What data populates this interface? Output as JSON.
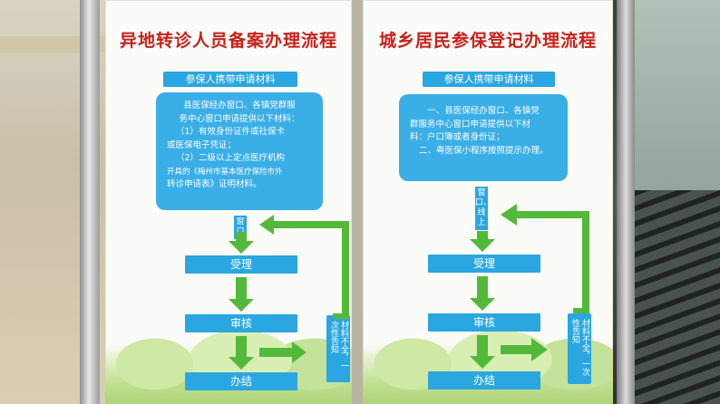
{
  "left": {
    "title": "异地转诊人员备案办理流程",
    "subtitle": "参保人携带申请材料",
    "panel_lines": [
      "县医保经办窗口、各镇党群服",
      "务中心窗口申请提供以下材料：",
      "（1）有效身份证件或社保卡",
      "或医保电子凭证；",
      "（2）二级以上定点医疗机构",
      "开具的《梅州市基本医疗保险市外",
      "转诊申请表》证明材料。"
    ],
    "window_label": "窗口",
    "steps": [
      "受理",
      "审核",
      "办结"
    ],
    "side_note": "材料不全，一次性告知"
  },
  "right": {
    "title": "城乡居民参保登记办理流程",
    "subtitle": "参保人携带申请材料",
    "panel_lines": [
      "一、县医保经办窗口、各镇党",
      "群服务中心窗口申请提供以下材",
      "料：户口簿或者身份证；",
      "二、粤医保小程序按照提示办理。"
    ],
    "window_label": "窗口、线上",
    "steps": [
      "受理",
      "审核",
      "办结"
    ],
    "side_note": "材料不全，一次性告知"
  },
  "colors": {
    "title_red": "#c8201c",
    "box_blue": "#2aa7e0",
    "arrow_green": "#53b93a"
  }
}
